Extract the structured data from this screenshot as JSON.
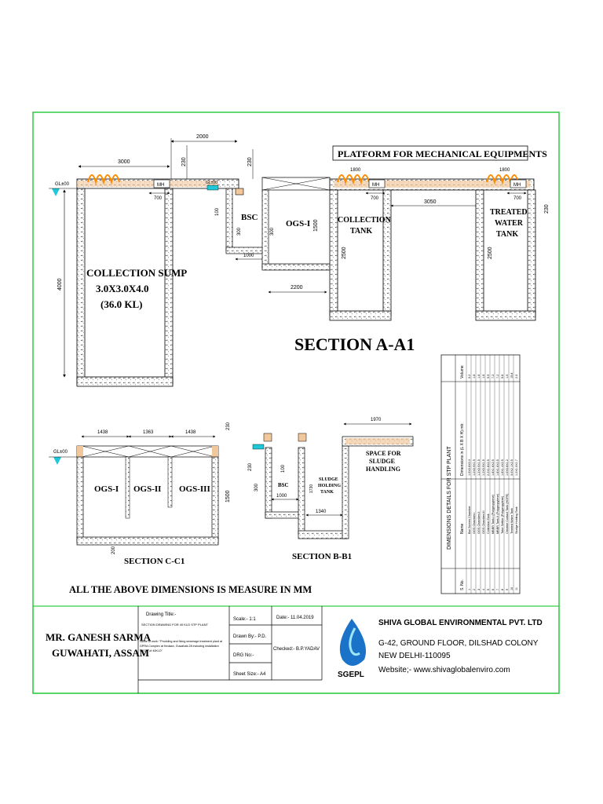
{
  "section_a": {
    "title": "SECTION A-A1",
    "platform_label": "PLATFORM FOR MECHANICAL EQUIPMENTS",
    "gl_label": "GL±00",
    "sump_label": [
      "COLLECTION SUMP",
      "3.0X3.0X4.0",
      "(36.0 KL)"
    ],
    "bsc": "BSC",
    "ogs": "OGS-I",
    "collection_tank": [
      "COLLECTION",
      "TANK"
    ],
    "treated_tank": [
      "TREATED",
      "WATER",
      "TANK"
    ],
    "mh": "MH",
    "dims": {
      "d3000": "3000",
      "d2000": "2000",
      "d230": "230",
      "d700": "700",
      "d4000": "4000",
      "d100": "100",
      "d300": "300",
      "d1000": "1000",
      "d1500": "1500",
      "d2200": "2200",
      "d2500": "2500",
      "d3050": "3050",
      "d1800": "1800"
    }
  },
  "section_c": {
    "title": "SECTION C-C1",
    "gl_label": "GL±00",
    "ogs1": "OGS-I",
    "ogs2": "OGS-II",
    "ogs3": "OGS-III",
    "dims": {
      "d1438": "1438",
      "d1363": "1363",
      "d230": "230",
      "d1500": "1500",
      "d200": "200"
    }
  },
  "section_b": {
    "title": "SECTION B-B1",
    "bsc": "BSC",
    "sludge_tank": [
      "SLUDGE",
      "HOLDING",
      "TANK"
    ],
    "space": [
      "SPACE FOR",
      "SLUDGE",
      "HANDLING"
    ],
    "dims": {
      "d1970": "1970",
      "d230": "230",
      "d300": "300",
      "d100": "100",
      "d1000": "1000",
      "d1340": "1340",
      "d1730": "1730"
    }
  },
  "note": "ALL THE ABOVE DIMENSIONS IS MEASURE IN MM",
  "dim_table": {
    "title": "DIMENSIONS DETAILS FOR STP PLANT",
    "headers": [
      "S. No.",
      "Name",
      "Dimensions in (L X B X H) mtr.",
      "Volume"
    ],
    "rows": [
      [
        "1",
        "Bar Screen Chamber",
        "1.0X0.6X0.3",
        "0.2"
      ],
      [
        "2",
        "OGS Chamber-I",
        "1.2X0.9X1.5",
        "1.6"
      ],
      [
        "3",
        "OGS Chamber-II",
        "1.2X0.9X1.5",
        "1.6"
      ],
      [
        "4",
        "OGS Chamber-III",
        "1.2X0.9X1.5",
        "1.6"
      ],
      [
        "5",
        "Collection Tank",
        "2.2X1.8X2.5",
        "9.9"
      ],
      [
        "6",
        "MBBR Tank-I (Polypropylene)",
        "1.8X1.6X2.5",
        "7.2"
      ],
      [
        "7",
        "MBBR Tank-II (Polypropylene)",
        "1.8X1.6X2.5",
        "7.2"
      ],
      [
        "8",
        "Tube Settler (Polypropylene)",
        "1.6X1.4X2.5",
        "5.6"
      ],
      [
        "9",
        "Chlorine Contact Tank (HDPE)",
        "1.0X0.8X1.2",
        "1.0"
      ],
      [
        "10",
        "Treated Water Tank",
        "3.0X2.1X2.5",
        "15.8"
      ],
      [
        "11",
        "Sludge Holding Tank",
        "1.2X1.0X1.7",
        "2.0"
      ]
    ]
  },
  "title_block": {
    "client": [
      "MR. GANESH SARMA",
      "GUWAHATI, ASSAM"
    ],
    "drawing_title_label": "Drawing Title:-",
    "drawing_title": "SECTION DRAWING FOR 40 KLD STP PLANT",
    "work_name": [
      "Name of work: \"Providing and fixing sewerage treatment plant at",
      "GPRA Complex at Kedaan, Guwahati-28 including installation",
      "of STP of 40KLD\""
    ],
    "scale": "Scale:- 1:1",
    "date": "Date:- 11.04.2019",
    "drawn_by": "Drawn By:- P.D.",
    "drg_no": "DRG No:-",
    "checked": "Checked:- B.P.YADAV",
    "sheet": "Sheet Size:- A4",
    "company": "SHIVA GLOBAL ENVIRONMENTAL PVT. LTD",
    "address1": "G-42, GROUND FLOOR, DILSHAD COLONY",
    "address2": "NEW DELHI-110095",
    "website": "Website;- www.shivaglobalenviro.com",
    "logo_text": "SGEPL"
  },
  "colors": {
    "frame": "#2ecc40",
    "slab": "#f2c79c",
    "coil": "#ff8c00",
    "water": "#1ec8d8",
    "gl": "#d020d0",
    "logo": "#1a73c8"
  }
}
